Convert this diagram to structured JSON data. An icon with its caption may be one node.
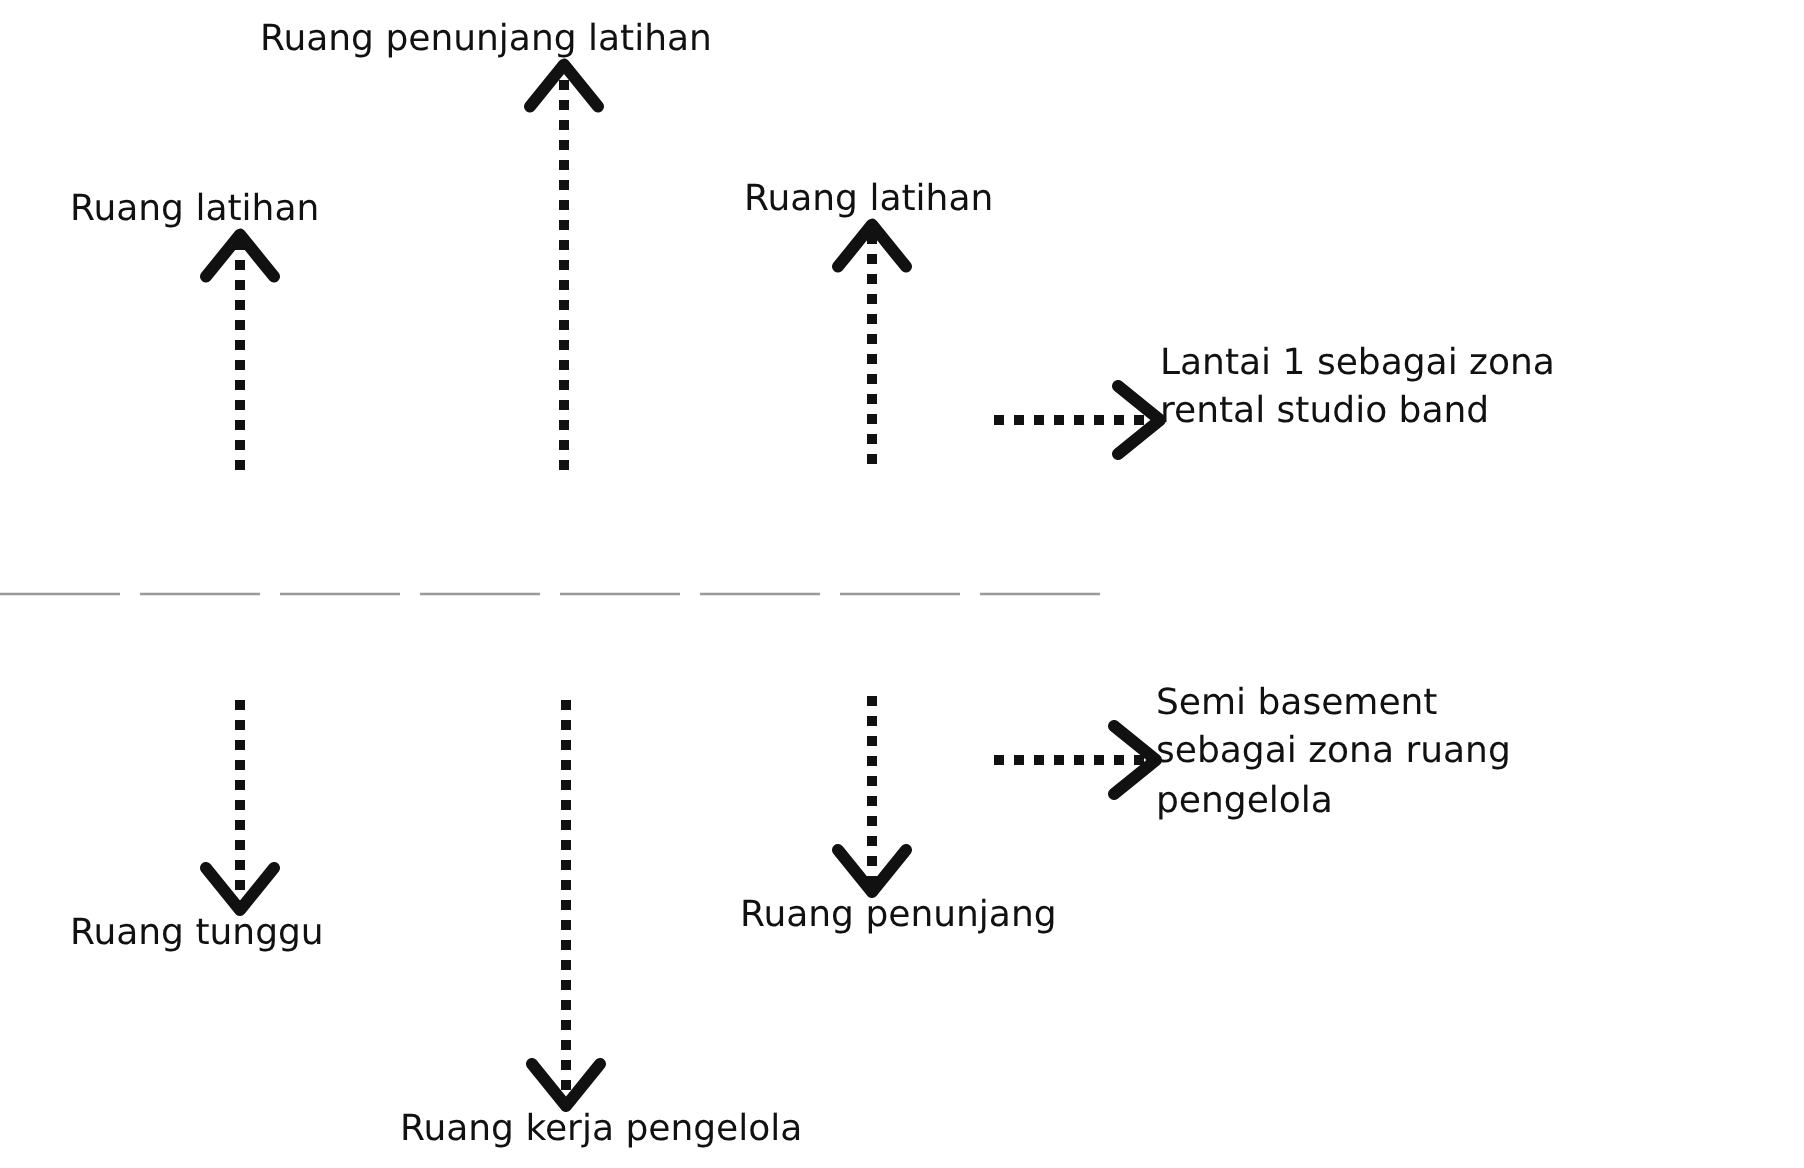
{
  "diagram": {
    "nodes": [
      {
        "text": [
          "Ruang penunjang latihan"
        ]
      },
      {
        "text": [
          "Ruang latihan"
        ]
      },
      {
        "text": [
          "Ruang latihan"
        ]
      },
      {
        "text": [
          "Lantai 1 sebagai zona rental studio band"
        ]
      },
      {
        "text": [
          "Semi basement sebagai zona ruang pengelola"
        ]
      },
      {
        "text": [
          "Ruang tunggu"
        ]
      },
      {
        "text": [
          "Ruang penunjang"
        ]
      },
      {
        "text": [
          "Ruang kerja pengelola"
        ]
      }
    ],
    "edges": [
      {
        "from": null,
        "to": 0,
        "arrow": "to"
      },
      {
        "from": null,
        "to": 1,
        "arrow": "to"
      },
      {
        "from": null,
        "to": 2,
        "arrow": "to"
      },
      {
        "from": null,
        "to": 3,
        "arrow": "to"
      },
      {
        "from": null,
        "to": 4,
        "arrow": "to"
      },
      {
        "from": null,
        "to": 5,
        "arrow": "to"
      },
      {
        "from": null,
        "to": 6,
        "arrow": "to"
      },
      {
        "from": null,
        "to": 7,
        "arrow": "to"
      }
    ]
  }
}
